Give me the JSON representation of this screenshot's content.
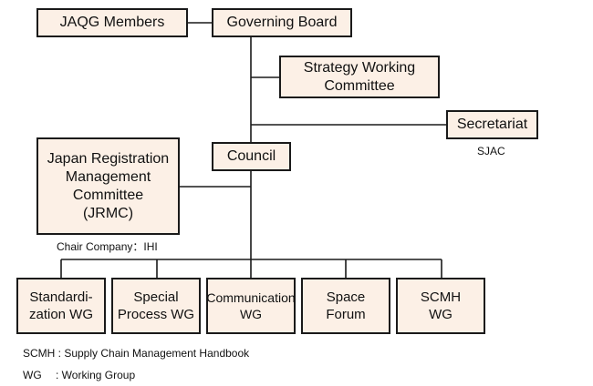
{
  "nodes": {
    "jaqg_members": "JAQG Members",
    "governing_board": "Governing Board",
    "strategy_wg": "Strategy Working\nCommittee",
    "secretariat": "Secretariat",
    "council": "Council",
    "jrmc": "Japan Registration\nManagement\nCommittee\n(JRMC)",
    "standardization_wg": "Standardi-\nzation WG",
    "special_process_wg": "Special\nProcess WG",
    "communication_wg": "Communication\nWG",
    "space_forum": "Space\nForum",
    "scmh_wg": "SCMH\nWG"
  },
  "notes": {
    "secretariat_sub": "SJAC",
    "jrmc_chair": "Chair Company：IHI"
  },
  "legend": {
    "scmh": "SCMH : Supply Chain Management Handbook",
    "wg": "WG　 : Working Group"
  },
  "colors": {
    "box_fill": "#fcf0e6",
    "border": "#1a1a1a",
    "connector": "#1a1a1a"
  }
}
